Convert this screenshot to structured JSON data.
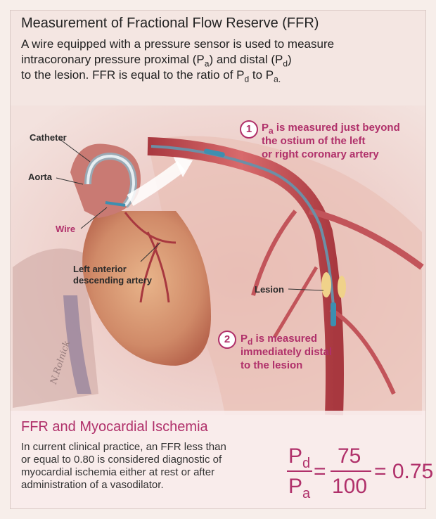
{
  "header": {
    "title": "Measurement of Fractional Flow Reserve (FFR)",
    "intro_line1": "A wire equipped with a pressure sensor is used to measure",
    "intro_line2_a": "intracoronary pressure proximal (P",
    "intro_line2_sub": "a",
    "intro_line2_b": ") and distal (P",
    "intro_line2_sub2": "d",
    "intro_line2_c": ")",
    "intro_line3_a": "to the lesion. FFR is equal to the ratio of P",
    "intro_line3_sub": "d",
    "intro_line3_b": " to P",
    "intro_line3_sub2": "a."
  },
  "labels": {
    "catheter": "Catheter",
    "aorta": "Aorta",
    "wire": "Wire",
    "lad_line1": "Left anterior",
    "lad_line2": "descending artery",
    "lesion": "Lesion"
  },
  "callouts": [
    {
      "number": "1",
      "p": "P",
      "sub": "a",
      "line1_rest": " is measured just beyond",
      "line2": "the ostium of the left",
      "line3": "or right coronary artery"
    },
    {
      "number": "2",
      "p": "P",
      "sub": "d",
      "line1_rest": " is measured",
      "line2": "immediately distal",
      "line3": "to the lesion"
    }
  ],
  "artist_signature": "N.Rolnick",
  "bottom": {
    "title": "FFR and Myocardial Ischemia",
    "line1": "In current clinical practice, an FFR less than",
    "line2": "or equal to 0.80 is considered diagnostic of",
    "line3": "myocardial ischemia either at rest or after",
    "line4": "administration of a vasodilator."
  },
  "formula": {
    "num_p": "P",
    "num_sub": "d",
    "den_p": "P",
    "den_sub": "a",
    "eq1": "=",
    "numerator": "75",
    "denominator": "100",
    "eq2": "= 0.75"
  },
  "colors": {
    "accent": "#b0306a",
    "artery": "#c2545a",
    "heart": "#d38c6c"
  }
}
